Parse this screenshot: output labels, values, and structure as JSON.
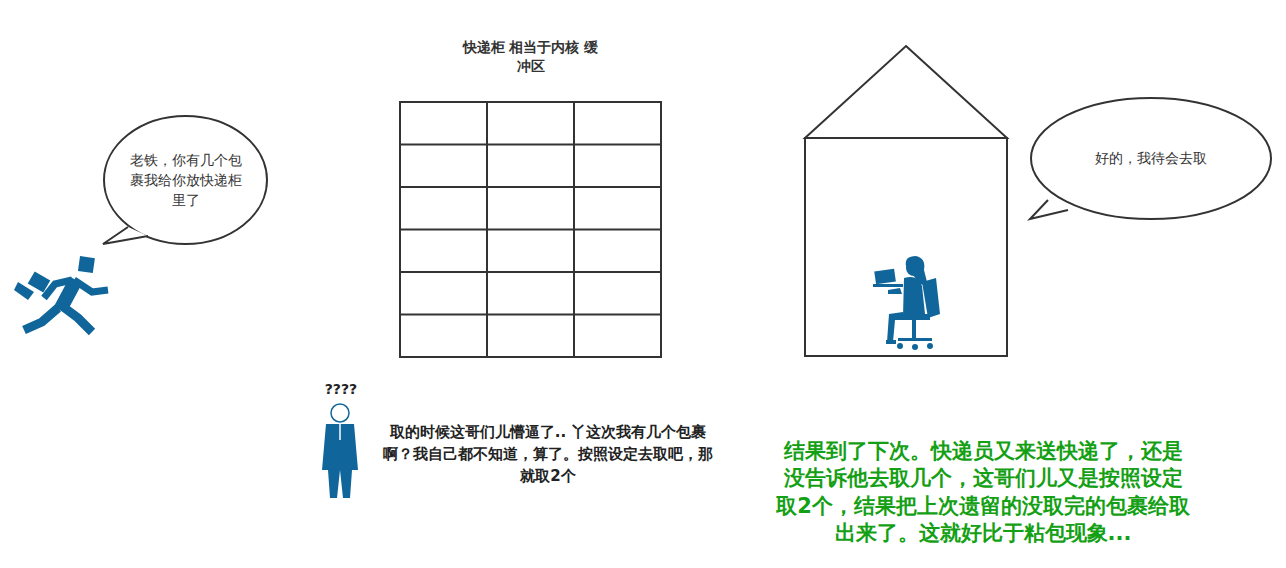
{
  "diagram": {
    "nodes": [
      {
        "text": [
          "老铁，你有几个包裹我给你放快递柜里了"
        ]
      },
      {
        "text": [
          "快递柜 相当于内核 缓冲区"
        ]
      },
      {
        "text": [
          "好的，我待会去取"
        ]
      }
    ],
    "labels": [
      "????",
      "取的时候这哥们儿懵逼了.. 丫这次我有几个包裹啊？我自己都不知道，算了。按照设定去取吧，那就取2个",
      "结果到了下次。快递员又来送快递了，还是没告诉他去取几个，这哥们儿又是按照设定取2个，结果把上次遗留的没取完的包裹给取出来了。这就好比于粘包现象..."
    ]
  }
}
